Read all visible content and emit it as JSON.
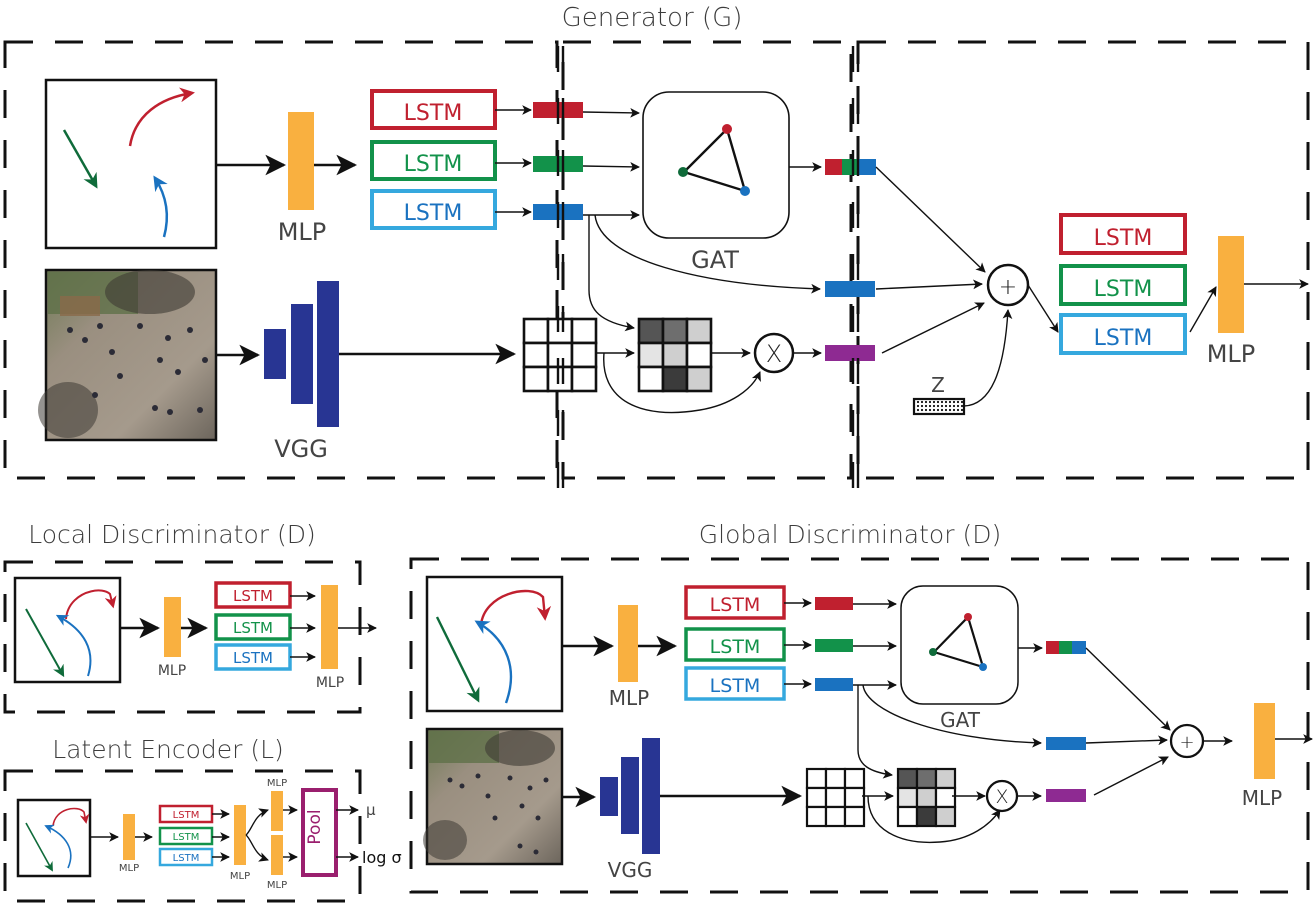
{
  "colors": {
    "red": "#c0202f",
    "green": "#12924a",
    "blue": "#1a72c0",
    "light_blue": "#35a8de",
    "dark_green": "#0f6b3a",
    "purple": "#8e2a92",
    "orange": "#f9b040",
    "vgg_blue": "#283593",
    "pool_magenta": "#9a1f6e"
  },
  "generator": {
    "title": "Generator (G)",
    "mlp_label": "MLP",
    "vgg_label": "VGG",
    "gat_label": "GAT",
    "lstm_labels": [
      "LSTM",
      "LSTM",
      "LSTM"
    ],
    "decoder_lstm_labels": [
      "LSTM",
      "LSTM",
      "LSTM"
    ],
    "decoder_mlp_label": "MLP",
    "sum_symbol": "+",
    "mult_symbol": "X",
    "noise_label": "Z"
  },
  "local_discriminator": {
    "title": "Local Discriminator (D)",
    "mlp_in_label": "MLP",
    "mlp_out_label": "MLP",
    "lstm_labels": [
      "LSTM",
      "LSTM",
      "LSTM"
    ]
  },
  "latent_encoder": {
    "title": "Latent Encoder (L)",
    "mlp_labels": [
      "MLP",
      "MLP",
      "MLP",
      "MLP"
    ],
    "lstm_labels": [
      "LSTM",
      "LSTM",
      "LSTM"
    ],
    "pool_label": "Pool",
    "output_mu": "μ",
    "output_logsigma": "log σ"
  },
  "global_discriminator": {
    "title": "Global Discriminator (D)",
    "mlp_label": "MLP",
    "vgg_label": "VGG",
    "gat_label": "GAT",
    "out_mlp_label": "MLP",
    "lstm_labels": [
      "LSTM",
      "LSTM",
      "LSTM"
    ],
    "sum_symbol": "+",
    "mult_symbol": "X"
  },
  "attention_grid_shades": [
    "#555555",
    "#6e6e6e",
    "#cfcfcf",
    "#e4e4e4",
    "#cfcfcf",
    "#ffffff",
    "#ffffff",
    "#3b3b3b",
    "#cfcfcf"
  ]
}
